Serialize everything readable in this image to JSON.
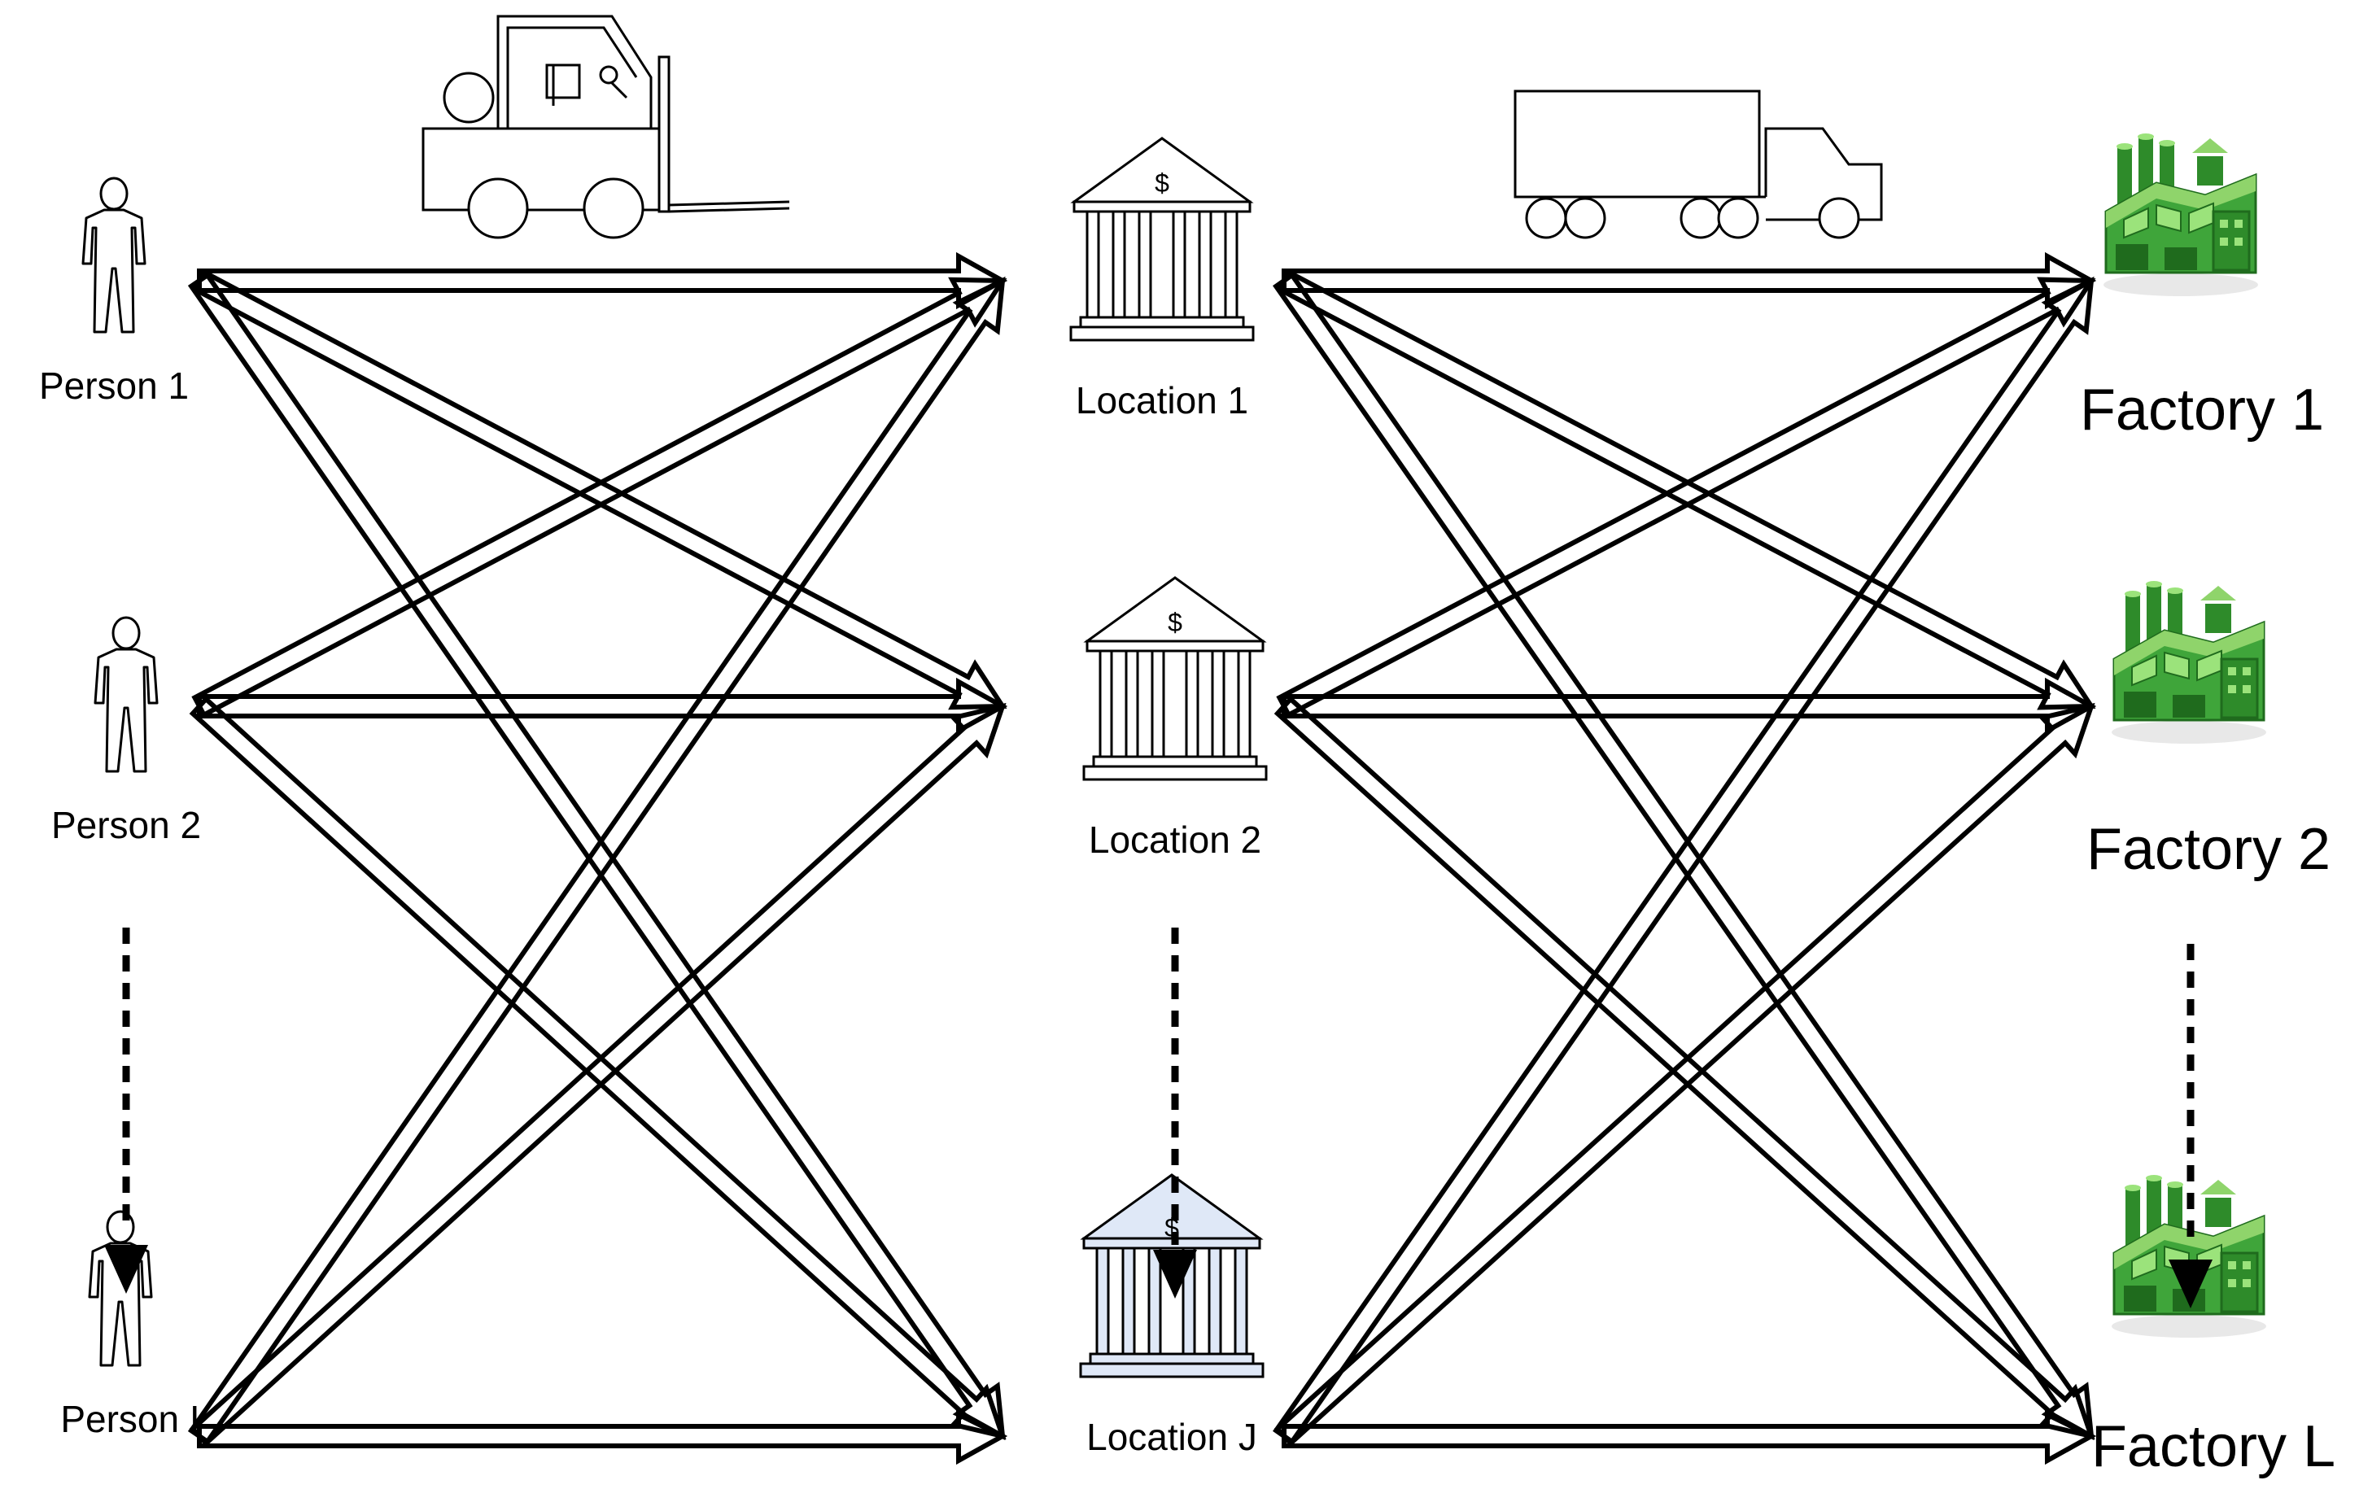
{
  "persons": [
    {
      "label": "Person 1"
    },
    {
      "label": "Person 2"
    },
    {
      "label": "Person I"
    }
  ],
  "locations": [
    {
      "label": "Location 1"
    },
    {
      "label": "Location 2"
    },
    {
      "label": "Location J"
    }
  ],
  "factories": [
    {
      "label": "Factory 1"
    },
    {
      "label": "Factory 2"
    },
    {
      "label": "Factory L"
    }
  ],
  "bank_symbol": "$",
  "icons": {
    "person": "person-icon",
    "bank": "bank-icon",
    "factory": "factory-icon",
    "forklift": "forklift-icon",
    "truck": "truck-icon"
  },
  "colors": {
    "stroke": "#000000",
    "factory_green": "#3fa53a",
    "factory_light": "#8fd46b",
    "factory_dark": "#1f6b1d",
    "bank_highlight": "#dfe8f7"
  }
}
